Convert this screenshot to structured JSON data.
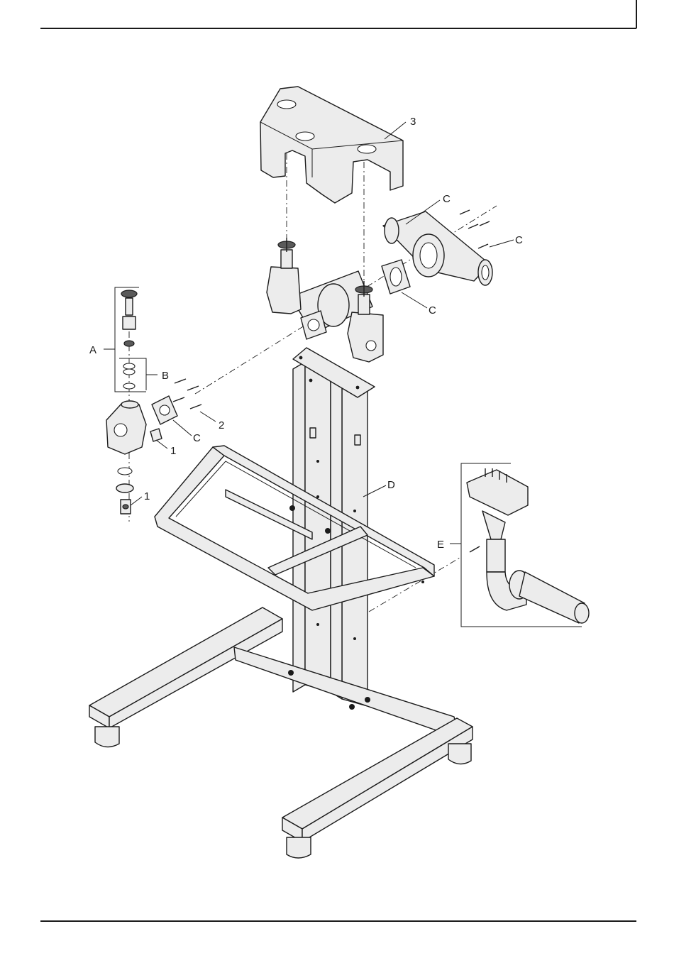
{
  "callouts": {
    "part_3": "3",
    "conn_c_top": "C",
    "conn_c_right": "C",
    "gasket_c_mid": "C",
    "valve_group_a": "A",
    "seal_group_b": "B",
    "screws_2": "2",
    "flange_c_left": "C",
    "fitting_1_upper": "1",
    "fitting_1_lower": "1",
    "stand_d": "D",
    "drain_e": "E"
  }
}
